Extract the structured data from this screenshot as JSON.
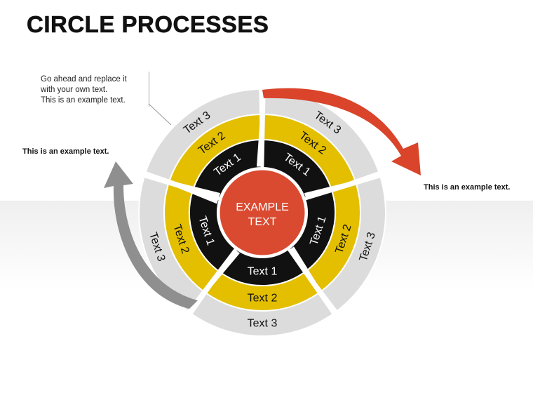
{
  "title": "CIRCLE PROCESSES",
  "callout": {
    "lines": [
      "Go ahead and replace it",
      "with your own text.",
      "This is an example text."
    ]
  },
  "side_labels": {
    "left": "This is an example text.",
    "right": "This is an example text."
  },
  "center": {
    "line1": "EXAMPLE",
    "line2": "TEXT"
  },
  "ring_labels": {
    "inner": "Text 1",
    "middle": "Text 2",
    "outer": "Text 3"
  },
  "colors": {
    "center": "#d94a30",
    "inner_ring": "#111111",
    "middle_ring": "#e3bf00",
    "outer_ring": "#dcdcdc",
    "arrow_red": "#d9442a",
    "arrow_gray": "#8f8f8f"
  }
}
